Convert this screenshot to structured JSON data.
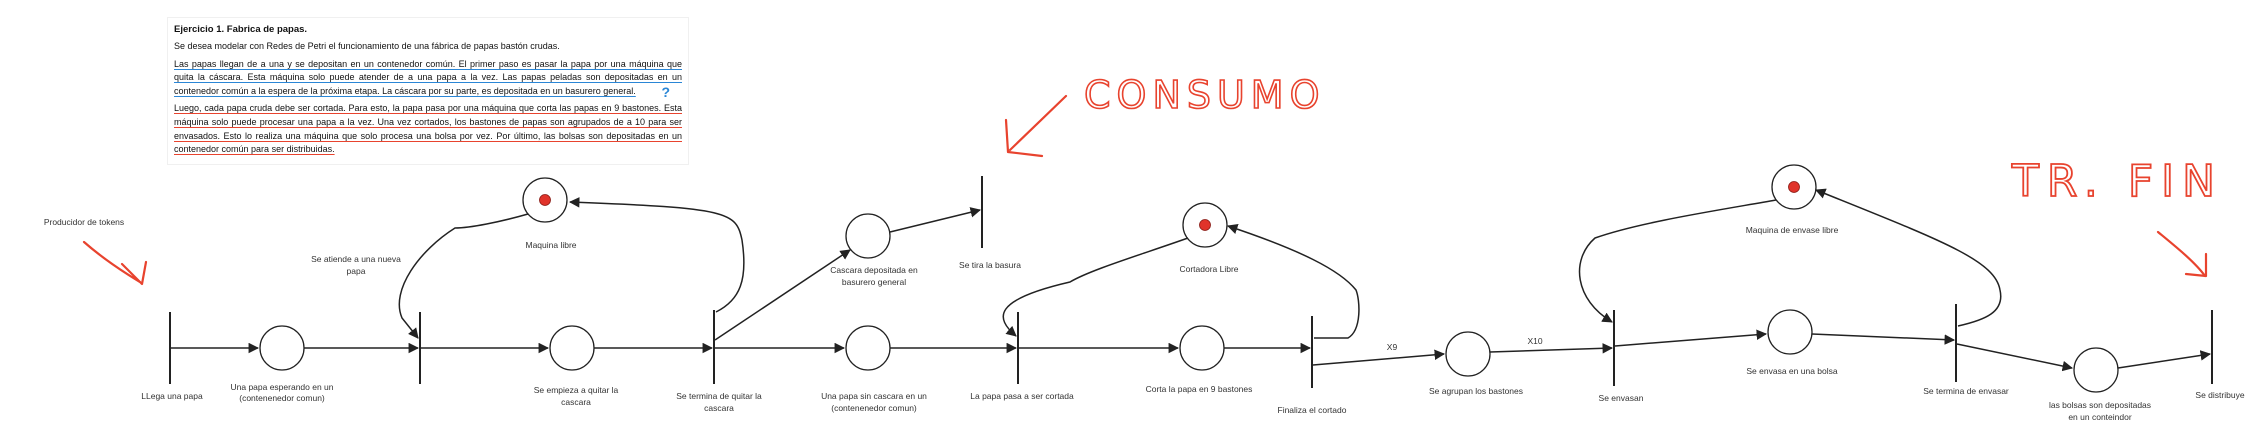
{
  "problem": {
    "title": "Ejercicio 1. Fabrica de papas.",
    "intro": "Se desea modelar con Redes de Petri el funcionamiento de una fábrica de papas bastón crudas.",
    "paragraph1": "Las papas llegan de a una y se depositan en un contenedor común. El primer paso es pasar la papa por una máquina que quita la cáscara. Esta máquina solo puede atender de a una papa a la vez. Las papas peladas son depositadas en un contenedor común a la espera de la próxima etapa. La cáscara por su parte, es depositada en un basurero general.",
    "paragraph2": "Luego, cada papa cruda debe ser cortada. Para esto, la papa pasa por una máquina que corta las papas en 9 bastones. Esta máquina solo puede procesar una papa a la vez. Una vez cortados, los bastones de papas son agrupados de a 10 para ser envasados. Esto lo realiza una máquina que solo procesa una bolsa por vez. Por último, las bolsas son depositadas en un contenedor común para ser distribuidas."
  },
  "annotations": {
    "consumo": "CONSUMO",
    "trfin": "TR. FIN",
    "question_mark": "?"
  },
  "labels": {
    "producer": "Producidor de tokens",
    "t_llega": "LLega una papa",
    "p_esperando_1": "Una papa esperando en un",
    "p_esperando_2": "(contenenedor comun)",
    "t_atiende_1": "Se atiende a una nueva",
    "t_atiende_2": "papa",
    "p_maquina_libre": "Maquina libre",
    "p_quitar_1": "Se empieza a quitar la",
    "p_quitar_2": "cascara",
    "t_termina_1": "Se termina de quitar la",
    "t_termina_2": "cascara",
    "p_cascara_1": "Cascara depositada en",
    "p_cascara_2": "basurero general",
    "t_basura": "Se tira la basura",
    "p_sincascara_1": "Una papa sin cascara en un",
    "p_sincascara_2": "(contenenedor comun)",
    "t_cortada": "La papa pasa a ser cortada",
    "p_cortadora": "Cortadora Libre",
    "p_corta": "Corta la papa en 9 bastones",
    "t_finaliza": "Finaliza el cortado",
    "w_x9": "X9",
    "p_agrupan": "Se agrupan los bastones",
    "w_x10": "X10",
    "t_envasan": "Se envasan",
    "p_envase_libre": "Maquina de envase libre",
    "p_bolsa": "Se envasa en una bolsa",
    "t_termina_envasar": "Se termina de envasar",
    "p_bolsas_1": "las bolsas son depositadas",
    "p_bolsas_2": "en un conteindor",
    "t_distribuye": "Se distribuye"
  },
  "colors": {
    "ink": "#222222",
    "token": "#e0332a",
    "red_pen": "#e8432e",
    "blue_pen": "#2a86d6"
  }
}
